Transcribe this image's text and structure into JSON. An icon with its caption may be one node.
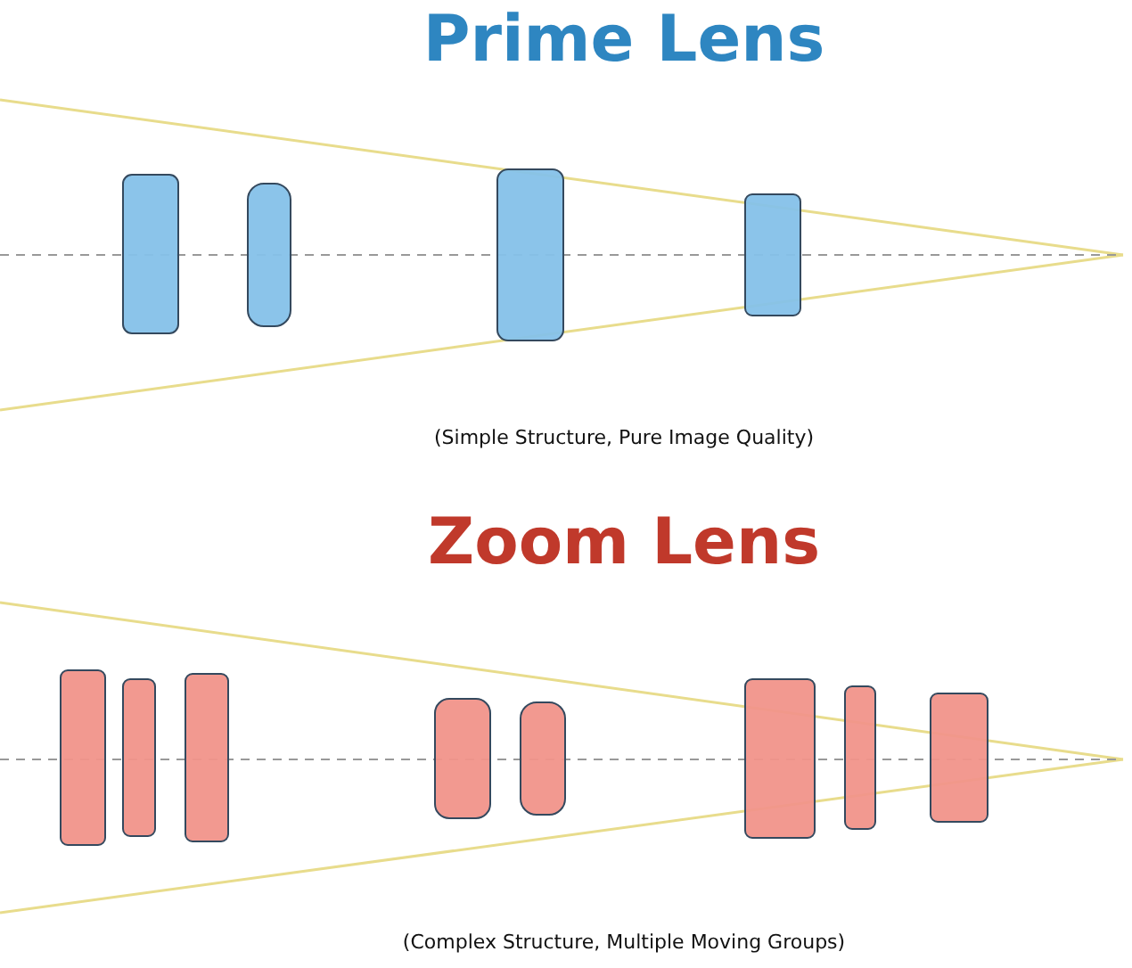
{
  "diagram": {
    "labels": [
      "Prime Lens",
      "(Simple Structure, Pure Image Quality)",
      "Zoom Lens",
      "(Complex Structure, Multiple Moving Groups)"
    ]
  }
}
